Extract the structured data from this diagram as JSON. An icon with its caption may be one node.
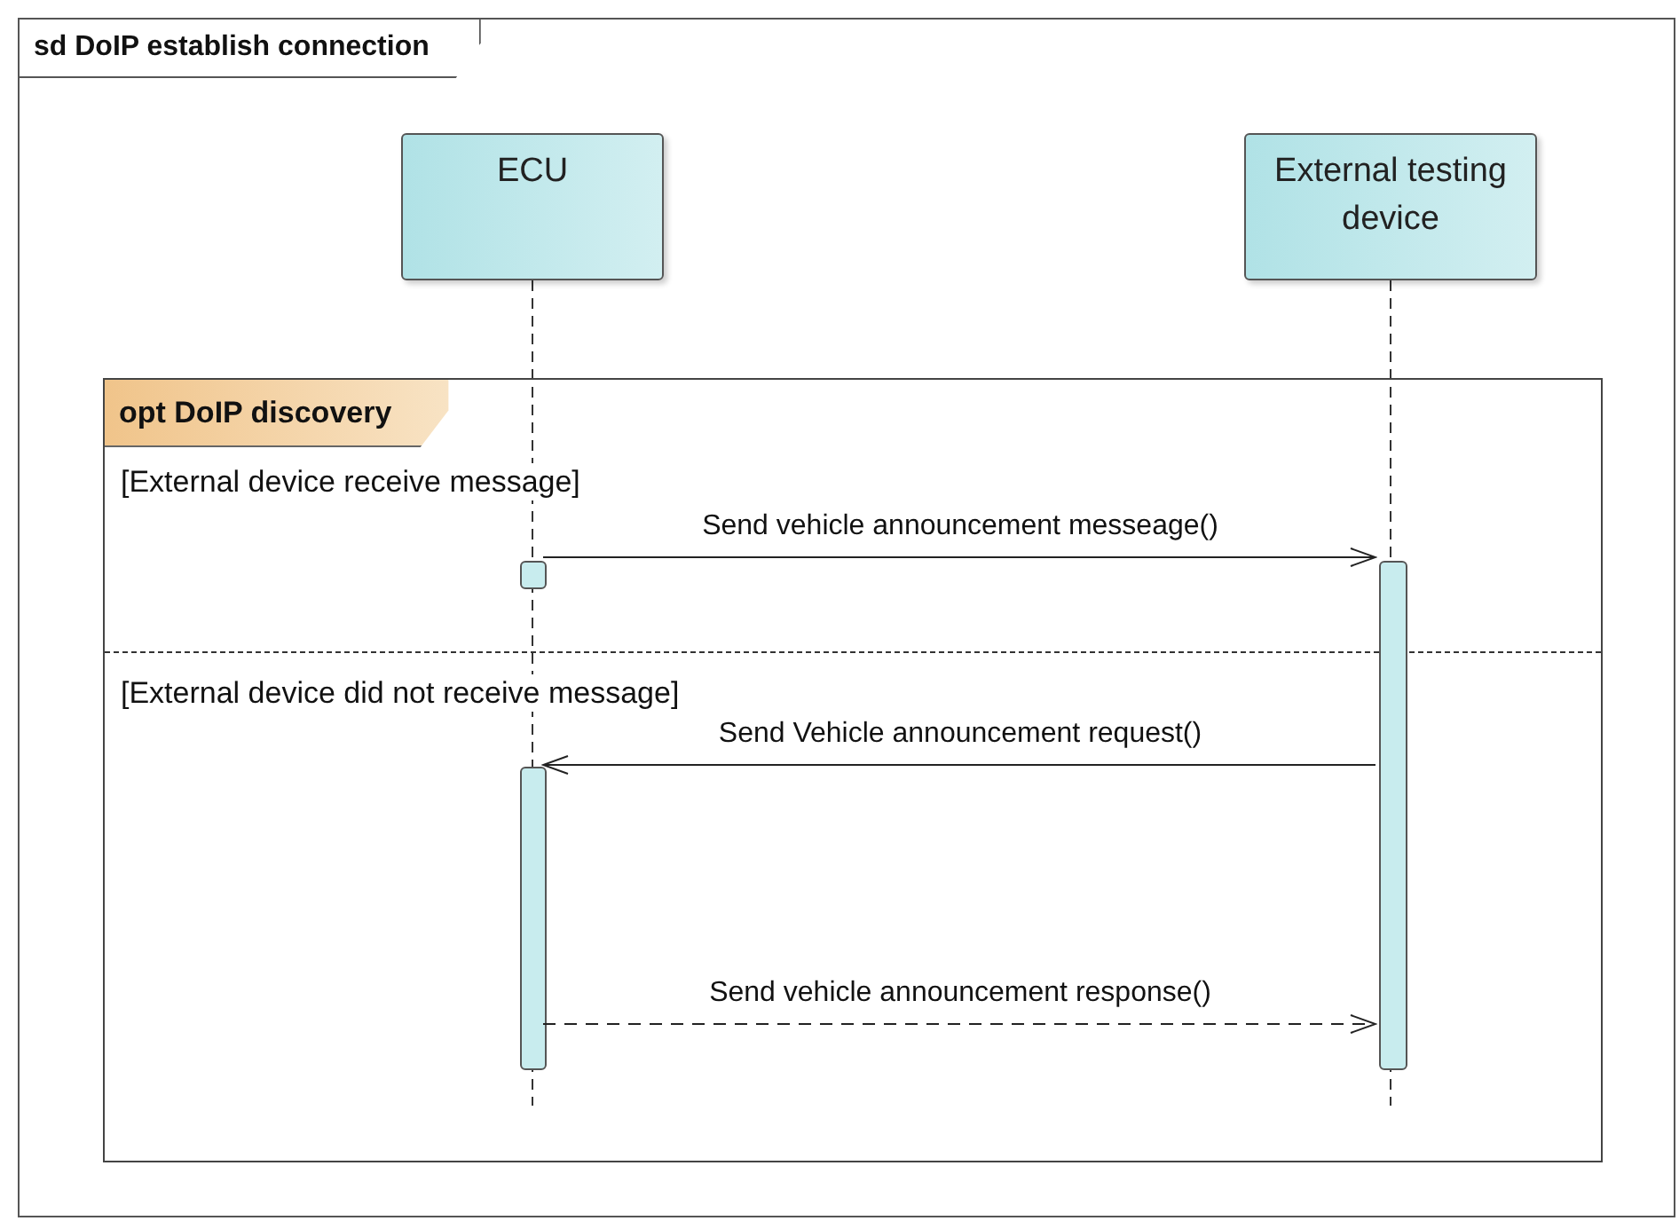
{
  "diagram": {
    "nodes": [
      {
        "text": [
          "sd DoIP establish connection"
        ]
      },
      {
        "text": [
          "ECU"
        ],
        "in": 0
      },
      {
        "text": [
          "External testing device"
        ],
        "in": 0
      },
      {
        "text": [
          "opt DoIP discovery",
          "[External device receive message]",
          "[External device did not receive message]"
        ],
        "in": 0
      },
      {
        "text": [],
        "shape": "bar",
        "in": 3
      },
      {
        "text": [],
        "shape": "bar",
        "in": 3
      },
      {
        "text": [],
        "shape": "bar",
        "in": 3
      }
    ],
    "edges": [
      {
        "from": 4,
        "to": 5,
        "arrow": "to",
        "label": "Send vehicle announcement messeage()"
      },
      {
        "from": 5,
        "to": 6,
        "arrow": "to",
        "label": "Send Vehicle announcement request()"
      },
      {
        "from": 6,
        "to": 5,
        "arrow": "to",
        "label": "Send vehicle announcement response()",
        "style": "dashed"
      }
    ]
  }
}
